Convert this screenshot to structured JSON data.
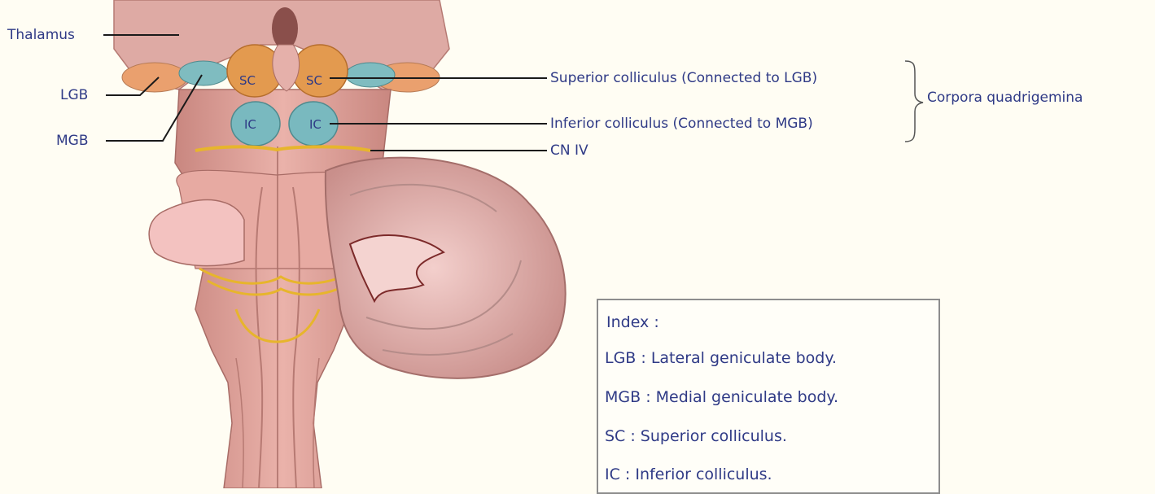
{
  "labels": {
    "thalamus": "Thalamus",
    "lgb": "LGB",
    "mgb": "MGB",
    "superior_colliculus": "Superior colliculus (Connected to LGB)",
    "inferior_colliculus": "Inferior colliculus (Connected to MGB)",
    "corpora_quadrigemina": "Corpora quadrigemina",
    "cn_iv": "CN IV"
  },
  "structure_labels": {
    "sc_left": "SC",
    "sc_right": "SC",
    "ic_left": "IC",
    "ic_right": "IC"
  },
  "index": {
    "title": "Index :",
    "entries": [
      "LGB : Lateral geniculate body.",
      "MGB : Medial geniculate body.",
      "SC : Superior colliculus.",
      "IC : Inferior colliculus."
    ]
  },
  "colors": {
    "background": "#fffdf3",
    "label_text": "#2f3a86",
    "brainstem": "#e2a19b",
    "superior_colliculus": "#e39a4f",
    "inferior_colliculus": "#79b9bf",
    "nerve": "#e7b52c",
    "cerebellum": "#dcb1ae"
  }
}
